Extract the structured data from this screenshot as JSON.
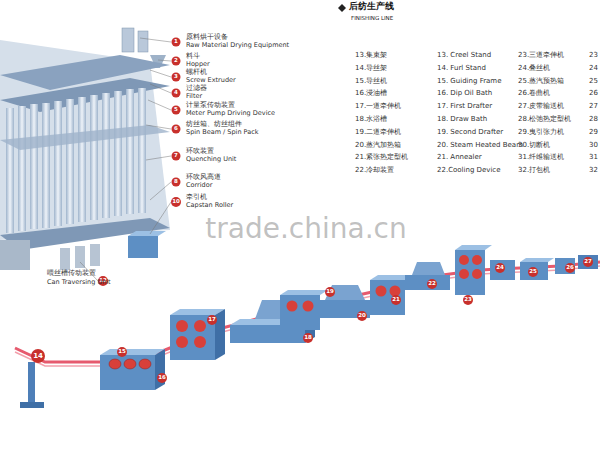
{
  "diagram": {
    "title": "后纺生产线",
    "labels": [
      "FINISHING LINE",
      "1",
      "原料烘干设备",
      "Raw Material Drying Equipment",
      "2",
      "料斗",
      "Hopper",
      "3",
      "螺杆机",
      "Screw Extruder",
      "4",
      "过滤器",
      "Filter",
      "5",
      "计量泵传动装置",
      "Meter Pump Driving Device",
      "6",
      "纺丝箱、纺丝组件",
      "Spin Beam / Spin Pack",
      "7",
      "环吹装置",
      "Quenching Unit",
      "8",
      "环吹风高道",
      "Corridor",
      "10",
      "牵引机",
      "Capstan Roller",
      "13.集束架",
      "14.导丝架",
      "15.导丝机",
      "16.浸油槽",
      "17.一道牵伸机",
      "18.水浴槽",
      "19.二道牵伸机",
      "20.蒸汽加热箱",
      "21.紧张热定型机",
      "22.冷却装置",
      "13. Creel Stand",
      "14. Furl Stand",
      "15. Guiding Frame",
      "16. Dip Oil Bath",
      "17. First Drafter",
      "18. Draw Bath",
      "19. Second Drafter",
      "20. Steam Heated Beam",
      "21. Annealer",
      "22.Cooling Device",
      "23.三道牵伸机",
      "24.叠丝机",
      "25.蒸汽预热箱",
      "26.卷曲机",
      "27.皮带输送机",
      "28.松弛热定型机",
      "29.曳引张力机",
      "30.切断机",
      "31.纤维输送机",
      "32.打包机",
      "23",
      "24",
      "25",
      "26",
      "27",
      "28",
      "29",
      "30",
      "31",
      "32",
      "12",
      "喂丝槽传动装置",
      "Can Traversing Unit",
      "14",
      "15",
      "16",
      "17",
      "18",
      "19",
      "20",
      "21",
      "22",
      "23",
      "24",
      "25",
      "26",
      "27",
      "trade.china.cn"
    ]
  }
}
